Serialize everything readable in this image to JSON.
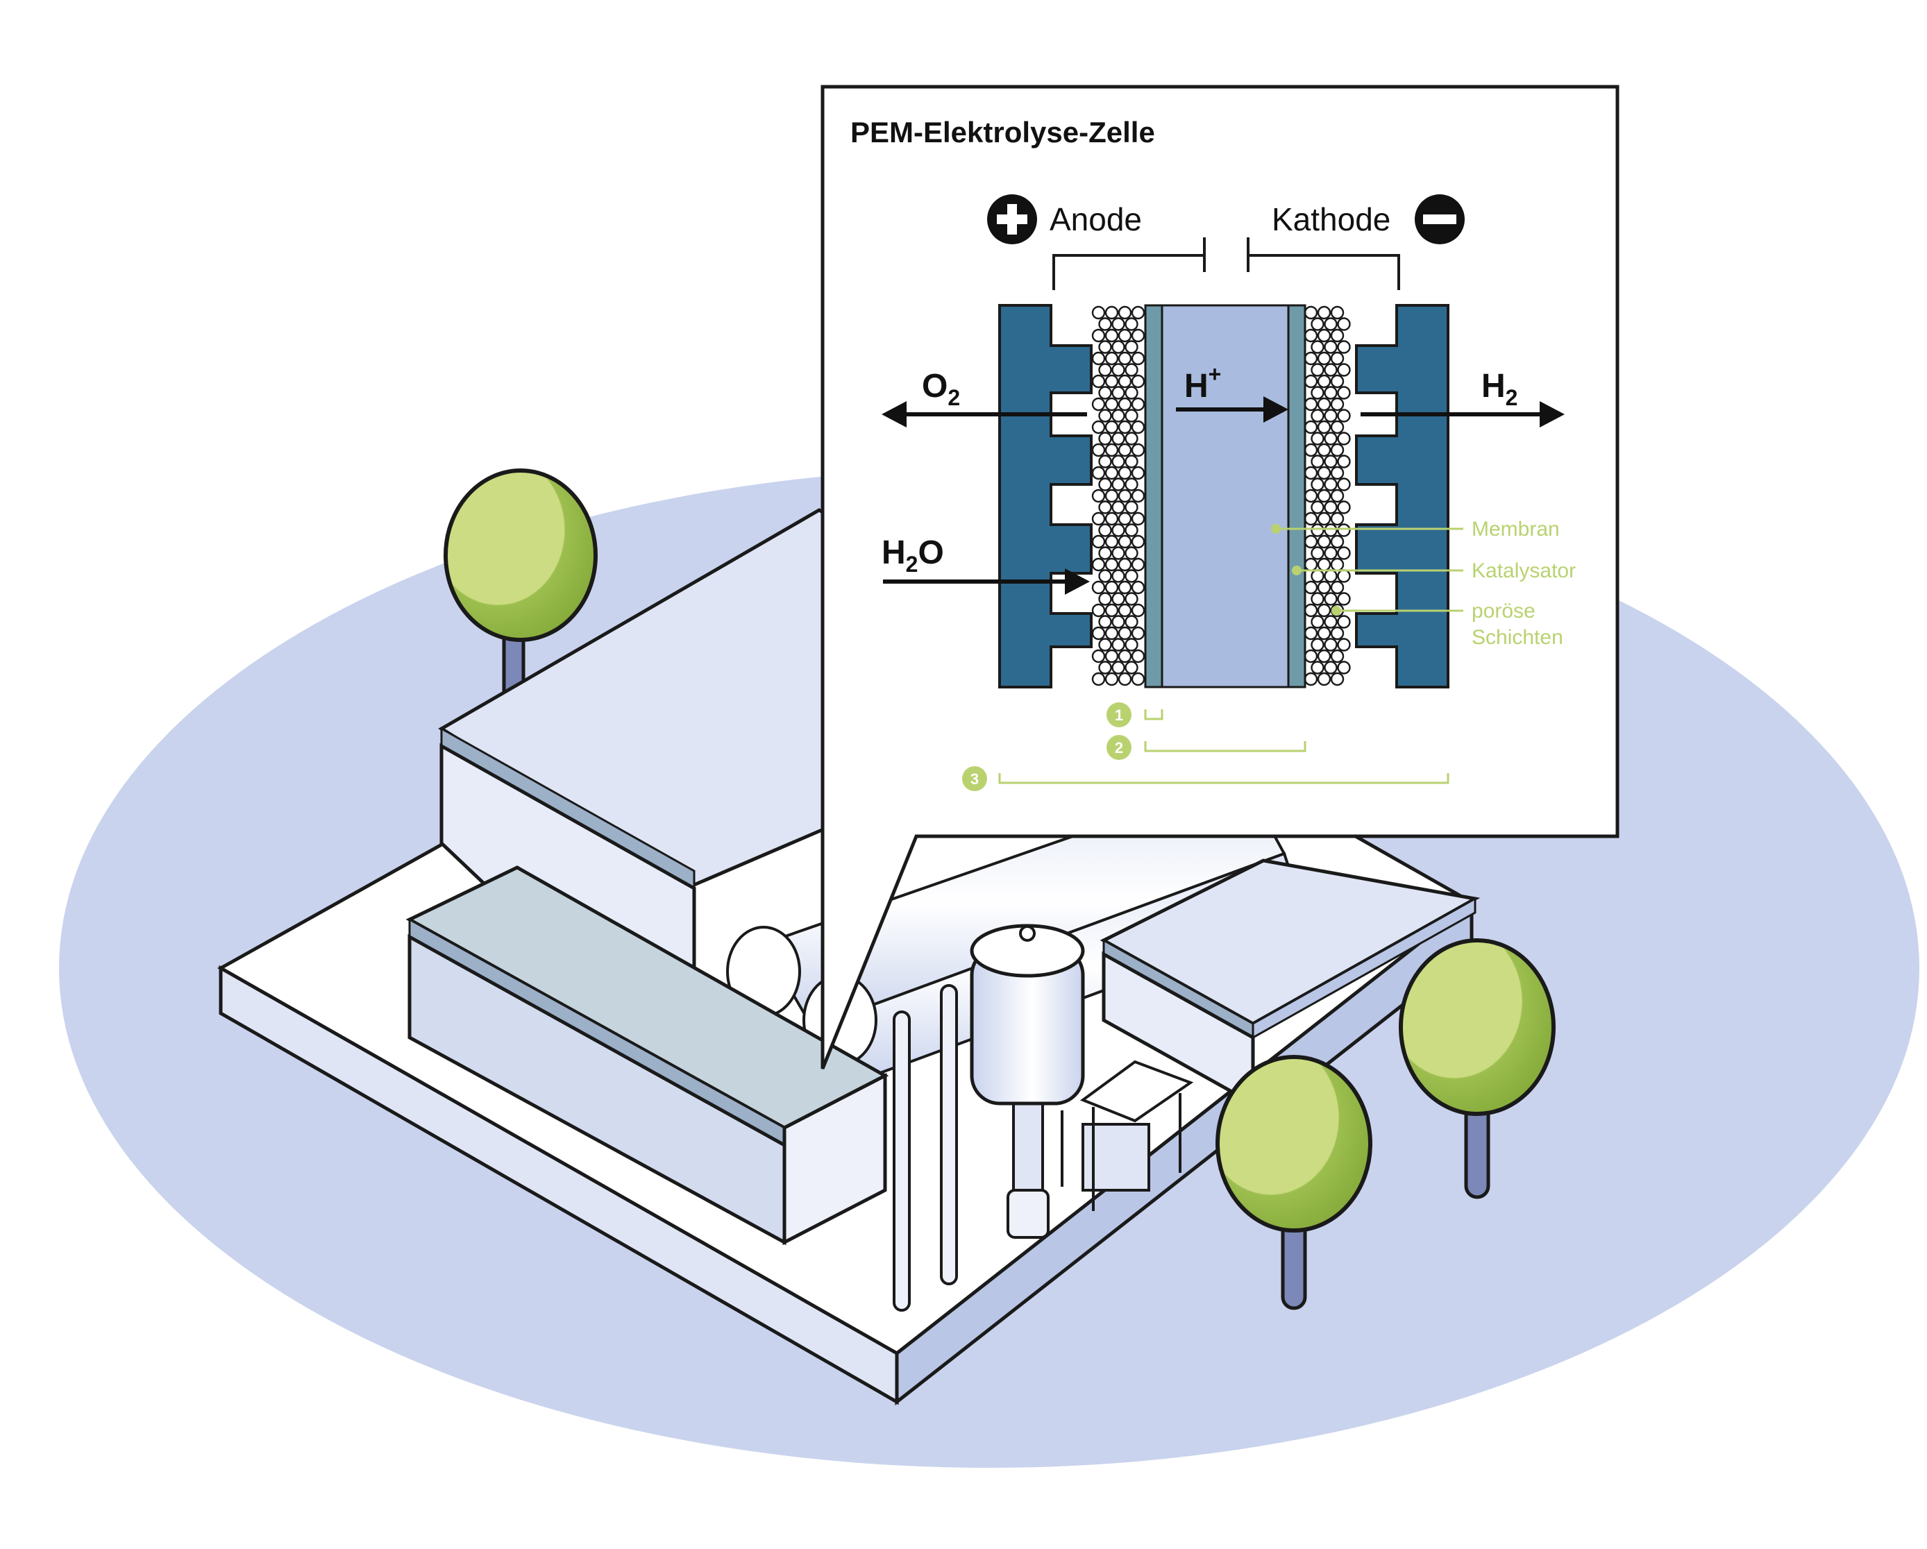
{
  "diagram": {
    "title": "PEM-Elektrolyse-Zelle",
    "anode_label": "Anode",
    "kathode_label": "Kathode",
    "o2": {
      "base": "O",
      "sub": "2"
    },
    "h_plus": {
      "base": "H",
      "sup": "+"
    },
    "h2": {
      "base": "H",
      "sub": "2"
    },
    "h2o": {
      "base": "H",
      "sub": "2",
      "tail": "O"
    },
    "legend": {
      "membran": "Membran",
      "katalysator": "Katalysator",
      "poroese_1": "poröse",
      "poroese_2": "Schichten"
    },
    "badges": [
      "1",
      "2",
      "3"
    ]
  },
  "colors": {
    "ground": "#c9d3ed",
    "plate_dark": "#2e6a90",
    "membrane": "#a9bcdf",
    "catalyst": "#6f9aa8",
    "tree_light": "#ccdc82",
    "tree_dark": "#7ea535",
    "accent_green": "#b9d26f",
    "trunk": "#7b88b8"
  },
  "icons": [
    "plus-circle-icon",
    "minus-circle-icon"
  ]
}
